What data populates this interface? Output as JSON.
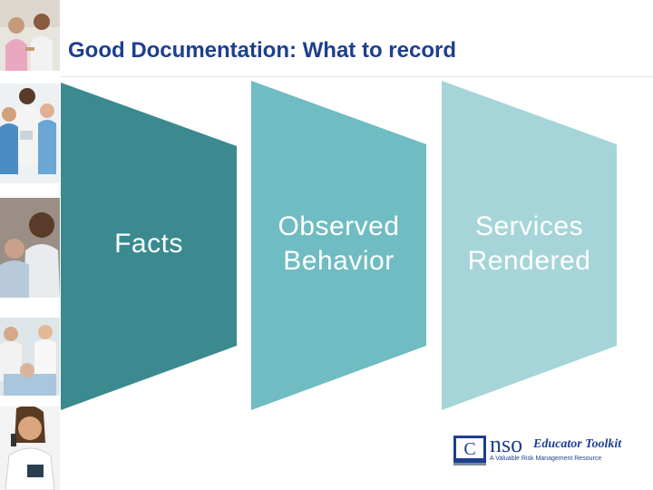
{
  "slide": {
    "title": "Good Documentation: What to record"
  },
  "process": {
    "steps": [
      {
        "label_line1": "Facts",
        "label_line2": "",
        "color": "#3a8a8f"
      },
      {
        "label_line1": "Observed",
        "label_line2": "Behavior",
        "color": "#6fbcc2"
      },
      {
        "label_line1": "Services",
        "label_line2": "Rendered",
        "color": "#a5d5d8"
      }
    ]
  },
  "logo": {
    "brand": "nso",
    "product": "Educator Toolkit",
    "tagline": "A Valuable Risk Management Resource",
    "colors": {
      "brand": "#1d3f8f",
      "product": "#1d3f8f"
    }
  },
  "photos": [
    {
      "icon": "nurses-greeting-photo"
    },
    {
      "icon": "medical-team-photo"
    },
    {
      "icon": "nurse-comforting-patient-photo"
    },
    {
      "icon": "nurses-with-patient-photo"
    },
    {
      "icon": "nurse-on-phone-photo"
    }
  ]
}
